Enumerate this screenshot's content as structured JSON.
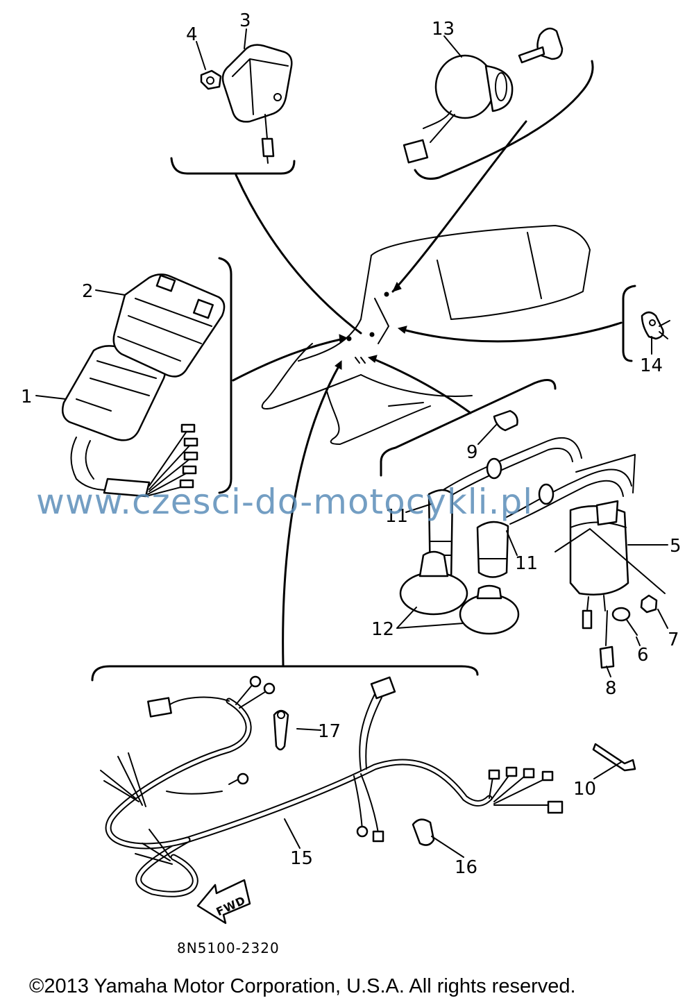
{
  "diagram": {
    "part_labels": [
      {
        "id": "p1",
        "text": "1"
      },
      {
        "id": "p2",
        "text": "2"
      },
      {
        "id": "p3",
        "text": "3"
      },
      {
        "id": "p4",
        "text": "4"
      },
      {
        "id": "p5",
        "text": "5"
      },
      {
        "id": "p6",
        "text": "6"
      },
      {
        "id": "p7",
        "text": "7"
      },
      {
        "id": "p8",
        "text": "8"
      },
      {
        "id": "p9",
        "text": "9"
      },
      {
        "id": "p10",
        "text": "10"
      },
      {
        "id": "p11a",
        "text": "11"
      },
      {
        "id": "p11b",
        "text": "11"
      },
      {
        "id": "p12",
        "text": "12"
      },
      {
        "id": "p13",
        "text": "13"
      },
      {
        "id": "p14",
        "text": "14"
      },
      {
        "id": "p15",
        "text": "15"
      },
      {
        "id": "p16",
        "text": "16"
      },
      {
        "id": "p17",
        "text": "17"
      }
    ],
    "fwd_marker": "FWD",
    "drawing_code": "8N5100-2320",
    "watermark": "www.czesci-do-motocykli.pl",
    "copyright": "©2013 Yamaha Motor Corporation, U.S.A. All rights reserved."
  }
}
